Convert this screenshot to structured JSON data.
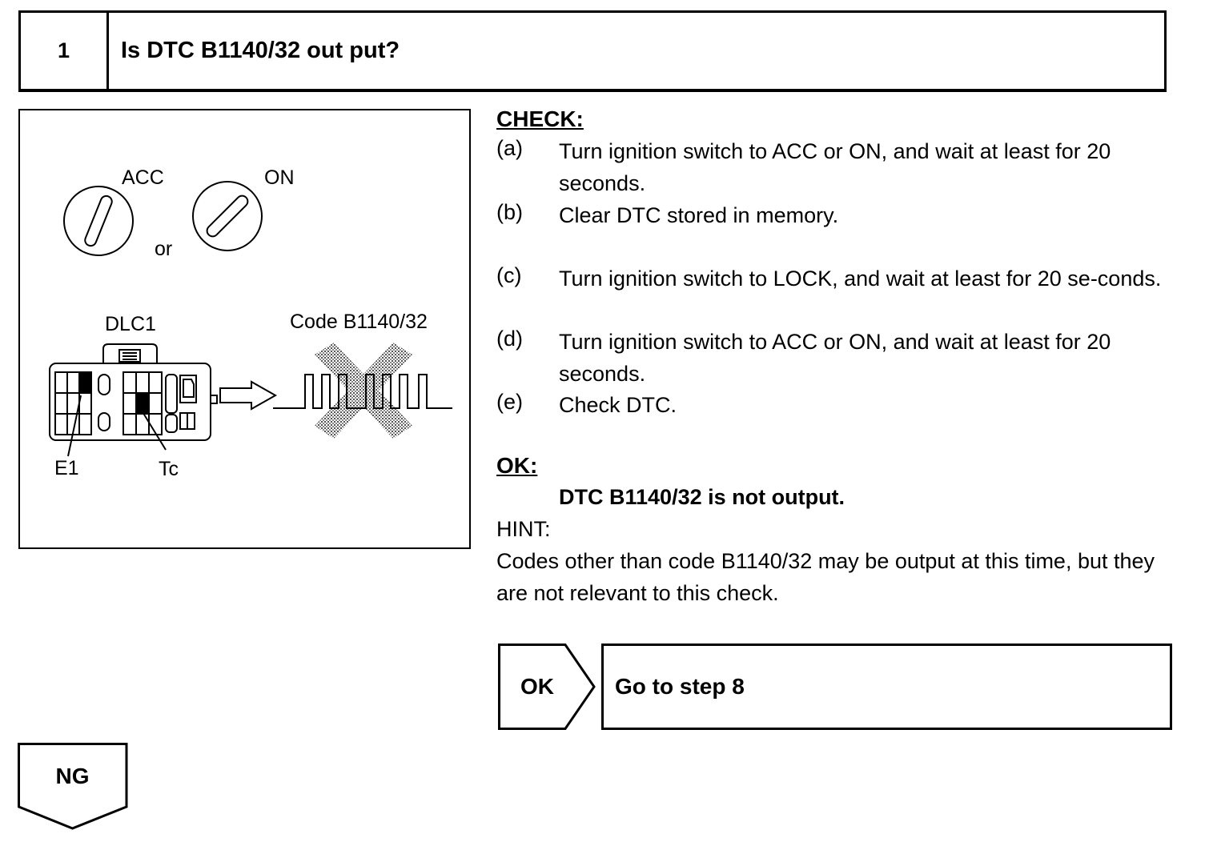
{
  "step": {
    "number": "1",
    "title": "Is DTC B1140/32 out put?"
  },
  "figure": {
    "acc_label": "ACC",
    "on_label": "ON",
    "or_label": "or",
    "dlc_label": "DLC1",
    "code_label": "Code B1140/32",
    "e1_label": "E1",
    "tc_label": "Tc"
  },
  "check": {
    "heading": "CHECK:",
    "items": [
      {
        "mark": "(a)",
        "text": "Turn ignition switch to ACC or ON, and wait at least for 20 seconds."
      },
      {
        "mark": "(b)",
        "text": "Clear DTC stored in memory."
      },
      {
        "mark": "(c)",
        "text": "Turn ignition switch to LOCK, and wait at least for 20 se-conds."
      },
      {
        "mark": "(d)",
        "text": "Turn ignition switch to ACC or ON, and wait at least for 20 seconds."
      },
      {
        "mark": "(e)",
        "text": "Check DTC."
      }
    ]
  },
  "ok": {
    "heading": "OK:",
    "detail": "DTC B1140/32 is not output."
  },
  "hint": {
    "label": "HINT:",
    "text": "Codes other than code B1140/32 may be output at this time, but they are not relevant to this check."
  },
  "result_ok": {
    "tag": "OK",
    "action": "Go to step 8"
  },
  "result_ng": {
    "tag": "NG"
  }
}
